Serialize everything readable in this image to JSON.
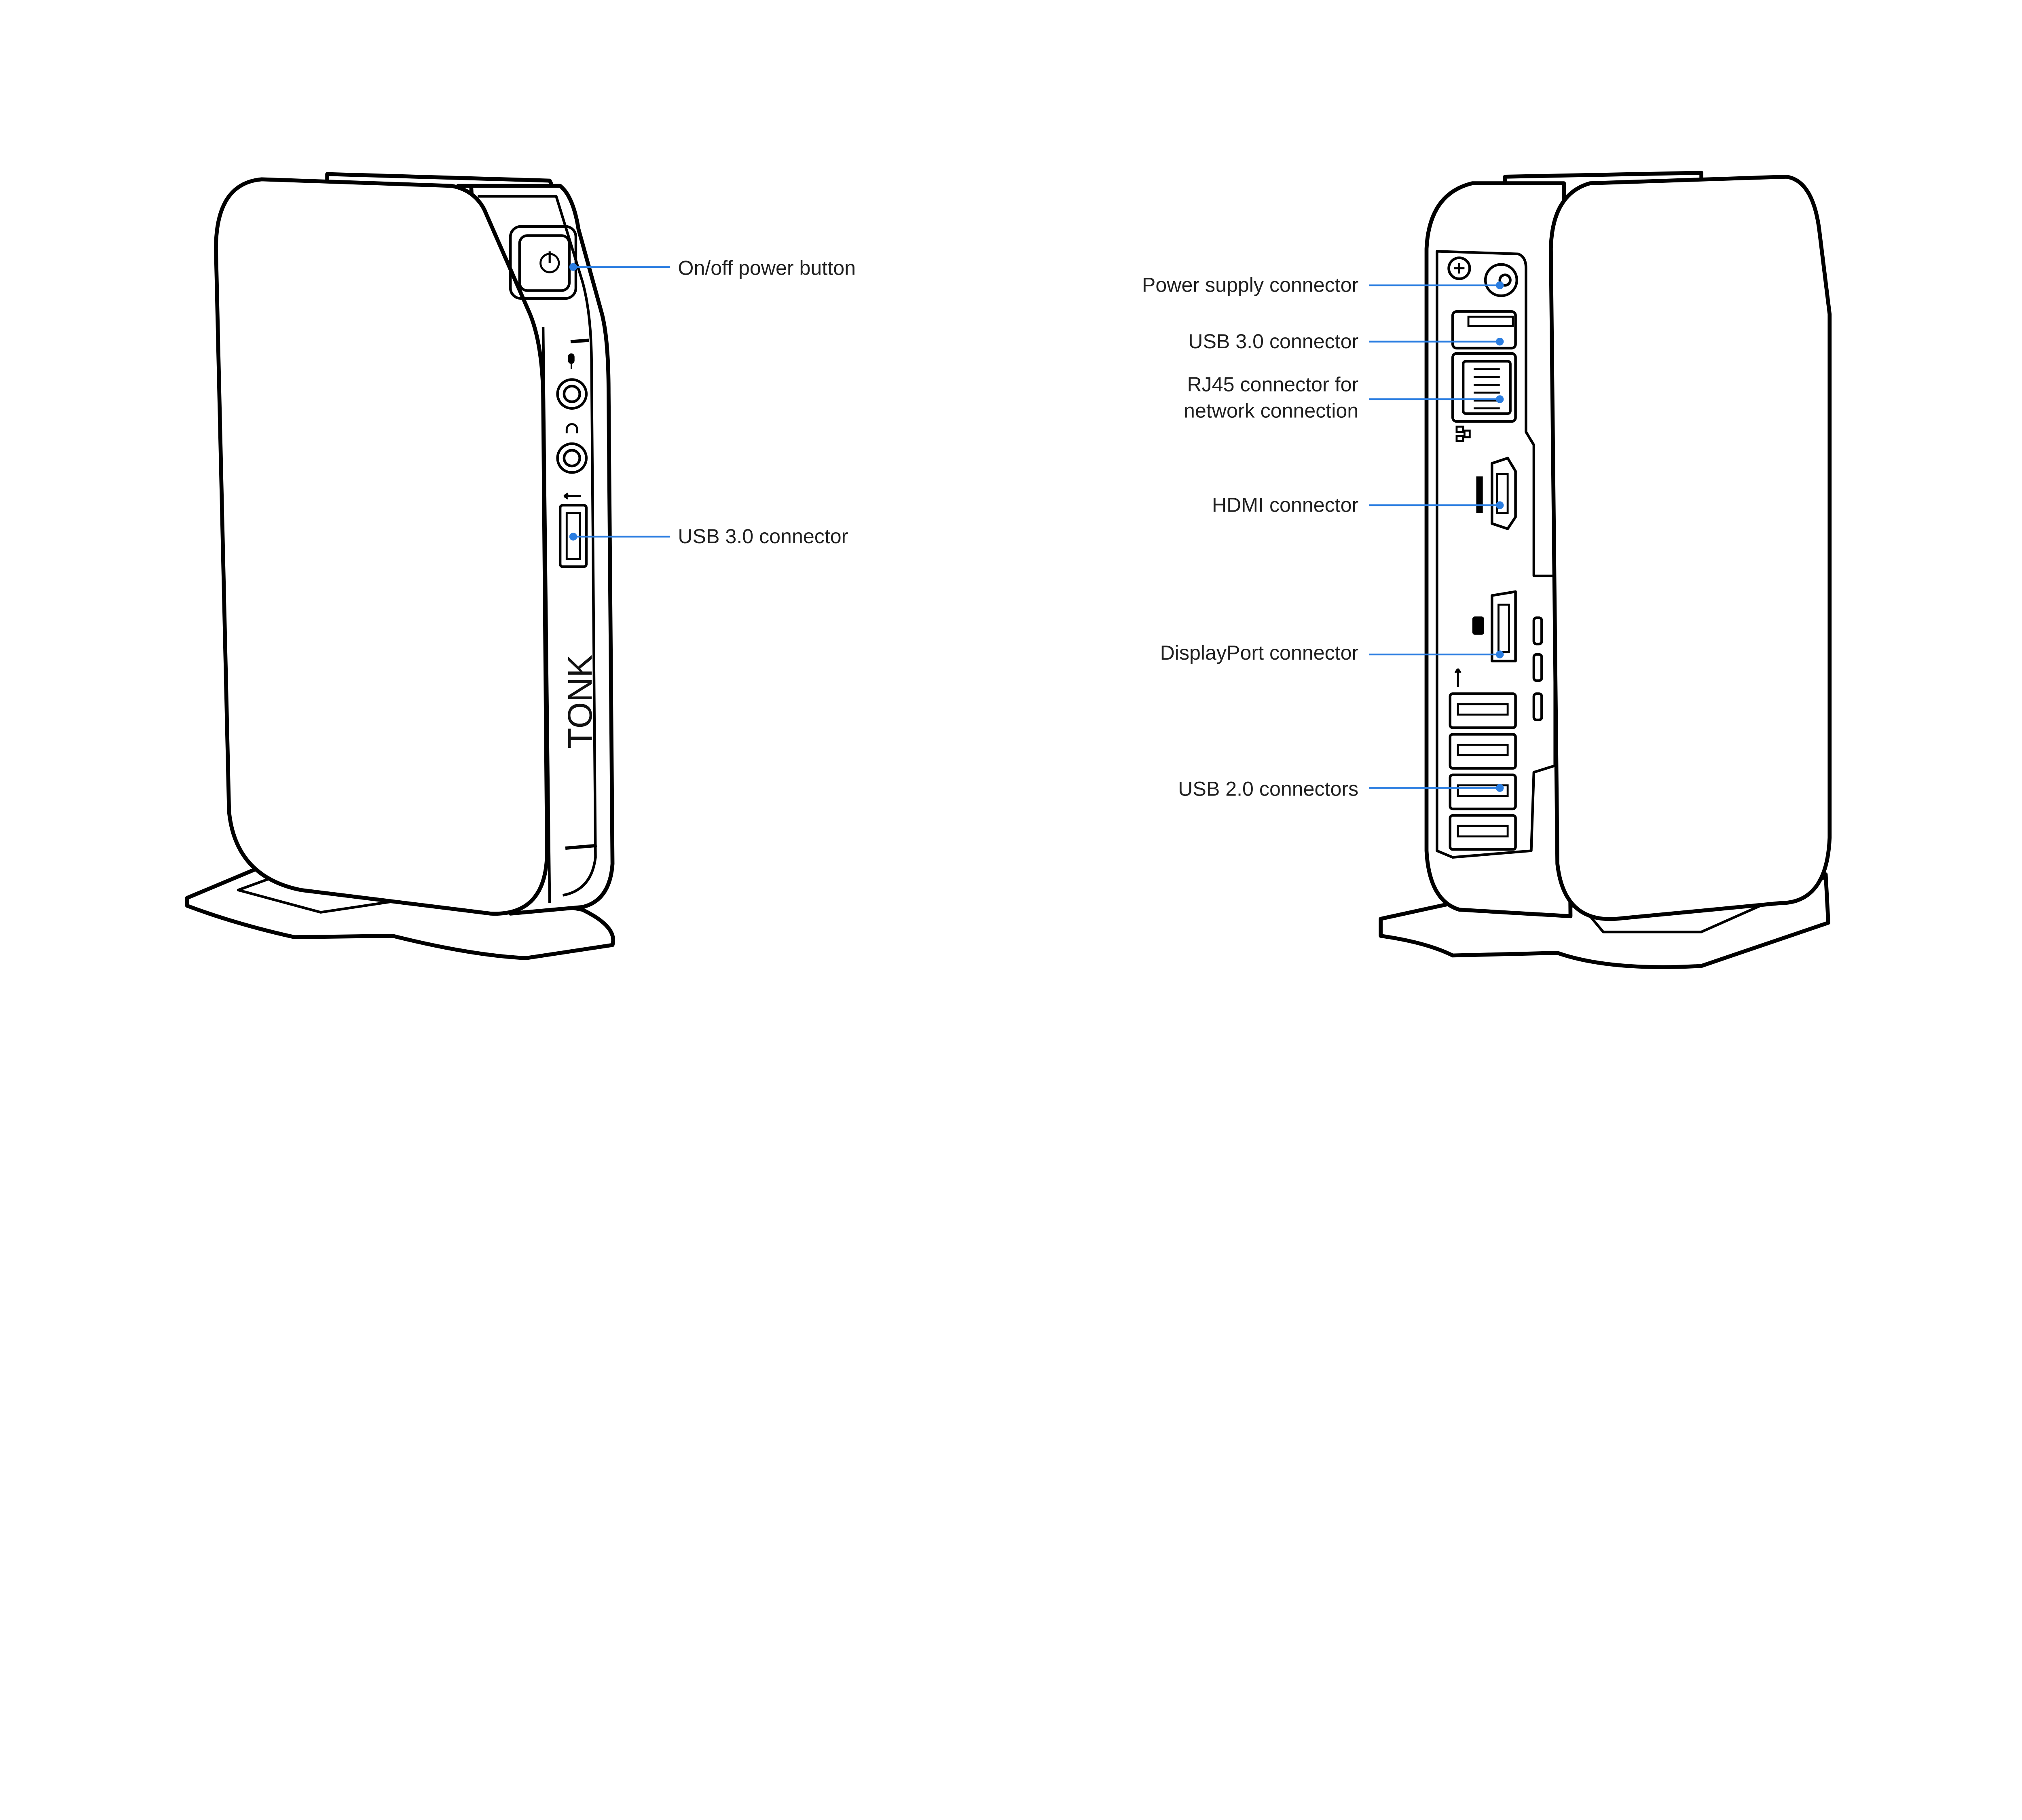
{
  "front_view": {
    "logo_text": "TONK",
    "callouts": [
      {
        "label": "On/off power button"
      },
      {
        "label": "USB 3.0 connector"
      }
    ]
  },
  "rear_view": {
    "callouts": [
      {
        "label": "Power supply connector"
      },
      {
        "label": "USB 3.0 connector"
      },
      {
        "label_line1": "RJ45 connector for",
        "label_line2": "network connection"
      },
      {
        "label": "HDMI connector"
      },
      {
        "label": "DisplayPort connector"
      },
      {
        "label": "USB 2.0 connectors"
      }
    ]
  },
  "colors": {
    "callout_line": "#2a7de1",
    "text": "#1f1f1f",
    "outline": "#000000"
  }
}
